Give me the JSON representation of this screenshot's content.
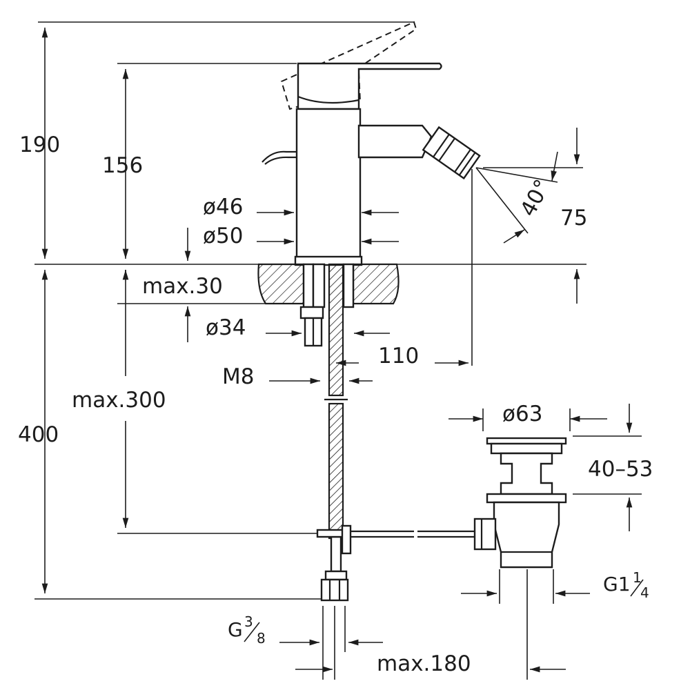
{
  "dimensions": {
    "total_height": "190",
    "spout_height": "156",
    "body_diameter": "ø46",
    "base_diameter": "ø50",
    "max_deck_thickness": "max.30",
    "hole_diameter": "ø34",
    "spout_reach": "110",
    "rod_thread": "M8",
    "max_rod_length": "max.300",
    "under_deck_length": "400",
    "waste_diameter": "ø63",
    "waste_range": "40–53",
    "waste_thread_prefix": "G1",
    "waste_thread_num": "1",
    "waste_thread_den": "4",
    "inlet_thread_prefix": "G",
    "inlet_thread_num": "3",
    "inlet_thread_den": "8",
    "max_rod_offset": "max.180",
    "spray_angle": "40°",
    "spray_offset": "75"
  }
}
